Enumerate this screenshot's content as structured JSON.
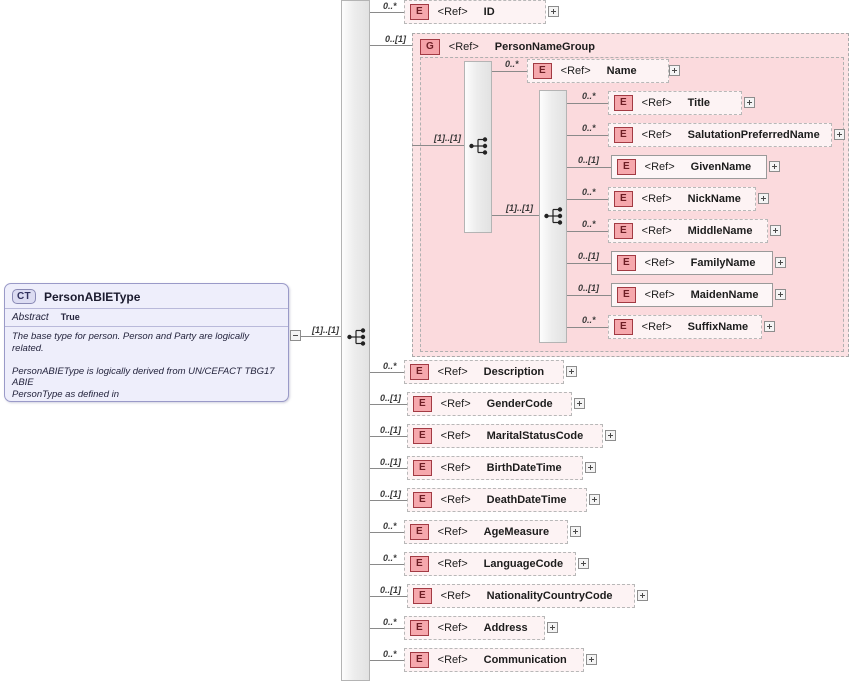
{
  "diagram": {
    "title": "PersonABIEType",
    "kind_badge": "CT",
    "abstract_label": "Abstract",
    "abstract_value": "True",
    "documentation": "The base type for person. Person and Party are logically related.\n\nPersonABIEType is logically derived from UN/CEFACT TBG17 ABIE\nPersonType as defined in\nthe Reusable Aggregate Business Information Entity (RUABIE) XML\nSchema file.",
    "root_cardinality": "[1]..[1]",
    "ref_label": "<Ref>",
    "element_badge": "E",
    "group_badge": "G",
    "colors": {
      "type_box_fill": "#eeeefb",
      "type_box_border": "#9a9ac8",
      "element_fill": "#fdf3f4",
      "element_badge_fill": "#f6a8ad",
      "element_badge_border": "#a23a43",
      "group_fill": "#fce2e4",
      "group_inner_fill": "#fbdadd",
      "connector": "#8a8a8a",
      "sequence_bar": "#ededed"
    }
  },
  "compositors": [
    {
      "id": "root-sequence",
      "cardinality": "[1]..[1]"
    },
    {
      "id": "name-group-sequence",
      "cardinality": "[1]..[1]"
    },
    {
      "id": "name-parts-sequence",
      "cardinality": "[1]..[1]"
    }
  ],
  "top_level_elements": [
    {
      "name": "ID",
      "cardinality": "0..*",
      "ref": "<Ref>",
      "badge": "E",
      "required": false
    },
    {
      "name": "Description",
      "cardinality": "0..*",
      "ref": "<Ref>",
      "badge": "E",
      "required": false
    },
    {
      "name": "GenderCode",
      "cardinality": "0..[1]",
      "ref": "<Ref>",
      "badge": "E",
      "required": false
    },
    {
      "name": "MaritalStatusCode",
      "cardinality": "0..[1]",
      "ref": "<Ref>",
      "badge": "E",
      "required": false
    },
    {
      "name": "BirthDateTime",
      "cardinality": "0..[1]",
      "ref": "<Ref>",
      "badge": "E",
      "required": false
    },
    {
      "name": "DeathDateTime",
      "cardinality": "0..[1]",
      "ref": "<Ref>",
      "badge": "E",
      "required": false
    },
    {
      "name": "AgeMeasure",
      "cardinality": "0..*",
      "ref": "<Ref>",
      "badge": "E",
      "required": false
    },
    {
      "name": "LanguageCode",
      "cardinality": "0..*",
      "ref": "<Ref>",
      "badge": "E",
      "required": false
    },
    {
      "name": "NationalityCountryCode",
      "cardinality": "0..[1]",
      "ref": "<Ref>",
      "badge": "E",
      "required": false
    },
    {
      "name": "Address",
      "cardinality": "0..*",
      "ref": "<Ref>",
      "badge": "E",
      "required": false
    },
    {
      "name": "Communication",
      "cardinality": "0..*",
      "ref": "<Ref>",
      "badge": "E",
      "required": false
    }
  ],
  "person_name_group": {
    "name": "PersonNameGroup",
    "cardinality": "0..[1]",
    "ref": "<Ref>",
    "badge": "G",
    "name_element": {
      "name": "Name",
      "cardinality": "0..*",
      "ref": "<Ref>",
      "badge": "E",
      "required": false
    },
    "name_parts": [
      {
        "name": "Title",
        "cardinality": "0..*",
        "ref": "<Ref>",
        "badge": "E",
        "required": false
      },
      {
        "name": "SalutationPreferredName",
        "cardinality": "0..*",
        "ref": "<Ref>",
        "badge": "E",
        "required": false
      },
      {
        "name": "GivenName",
        "cardinality": "0..[1]",
        "ref": "<Ref>",
        "badge": "E",
        "required": true
      },
      {
        "name": "NickName",
        "cardinality": "0..*",
        "ref": "<Ref>",
        "badge": "E",
        "required": false
      },
      {
        "name": "MiddleName",
        "cardinality": "0..*",
        "ref": "<Ref>",
        "badge": "E",
        "required": false
      },
      {
        "name": "FamilyName",
        "cardinality": "0..[1]",
        "ref": "<Ref>",
        "badge": "E",
        "required": true
      },
      {
        "name": "MaidenName",
        "cardinality": "0..[1]",
        "ref": "<Ref>",
        "badge": "E",
        "required": true
      },
      {
        "name": "SuffixName",
        "cardinality": "0..*",
        "ref": "<Ref>",
        "badge": "E",
        "required": false
      }
    ]
  }
}
